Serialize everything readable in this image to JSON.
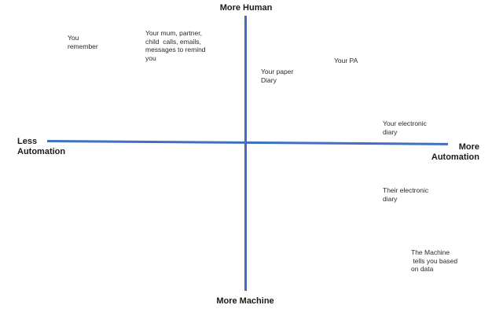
{
  "axes": {
    "top": "More Human",
    "bottom": "More Machine",
    "left": "Less\nAutomation",
    "right": "More\nAutomation"
  },
  "items": {
    "you_remember": "You\nremember",
    "family": "Your mum, partner,\nchild  calls, emails,\nmessages to remind\nyou",
    "paper_diary": "Your paper\nDiary",
    "pa": "Your PA",
    "your_electronic": "Your electronic\ndiary",
    "their_electronic": "Their electronic\ndiary",
    "machine": "The Machine\n tells you based\non data"
  },
  "colors": {
    "axis": "#3f6fc0",
    "text": "#222222"
  }
}
